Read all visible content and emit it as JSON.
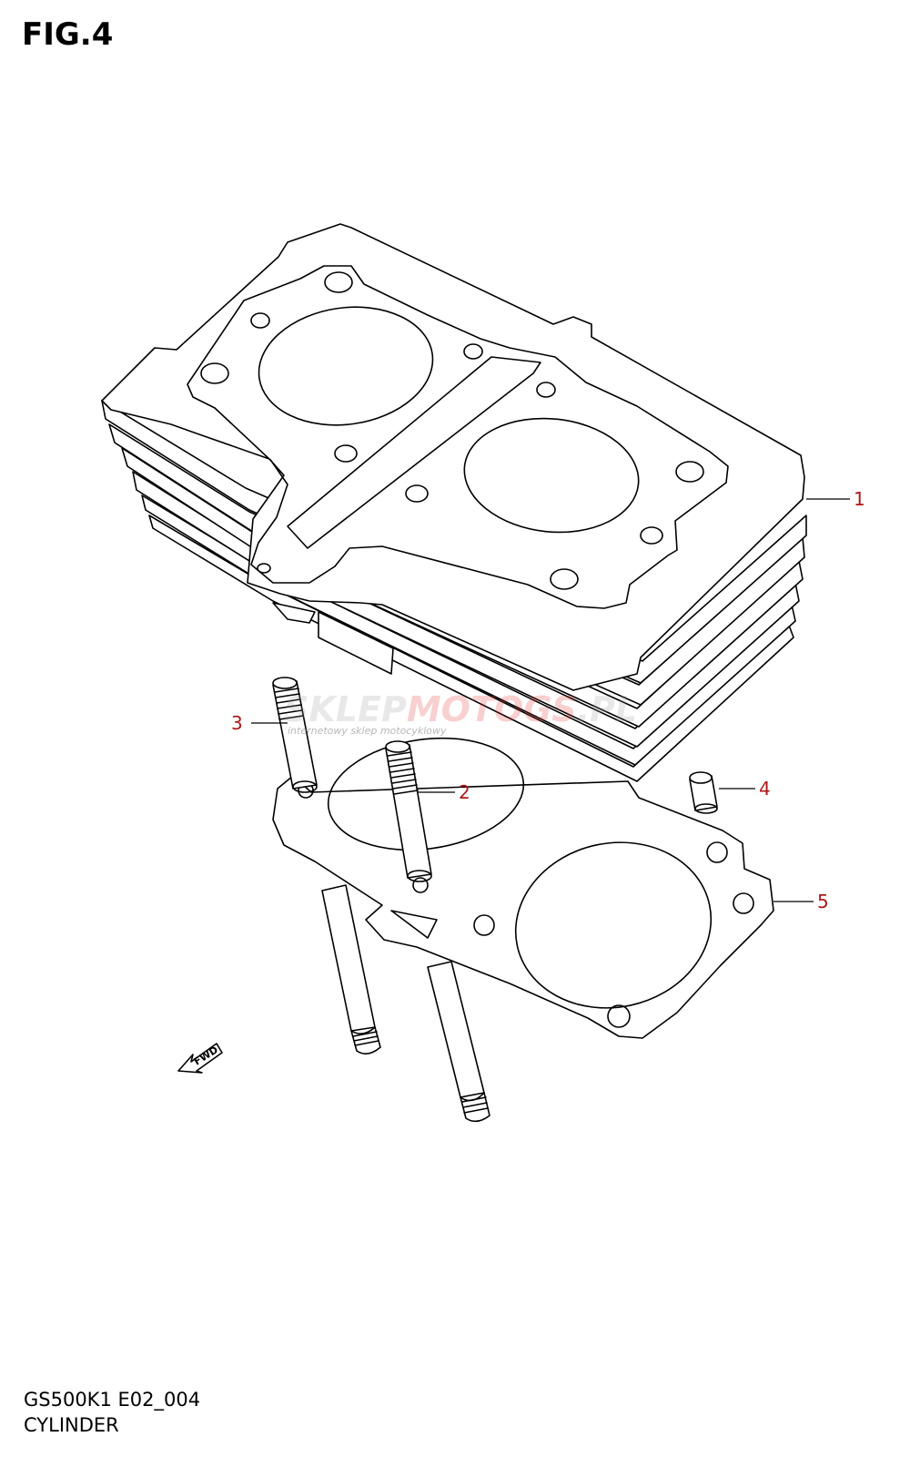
{
  "figure": {
    "title": "FIG.4"
  },
  "footer": {
    "model_code": "GS500K1 E02_004",
    "part_group": "CYLINDER"
  },
  "callouts": [
    {
      "number": "1",
      "part": "cylinder"
    },
    {
      "number": "2",
      "part": "stud-short"
    },
    {
      "number": "3",
      "part": "stud-long"
    },
    {
      "number": "4",
      "part": "dowel-pin"
    },
    {
      "number": "5",
      "part": "cylinder-base-gasket"
    }
  ],
  "direction_marker": {
    "label": "FWD"
  },
  "watermark": {
    "part1": "SKLEP",
    "part2": "MOTO",
    "part3": "GS",
    "part4": ".PL",
    "tagline": "internetowy sklep motocyklowy",
    "color_gray": "#9a9a9a",
    "color_red": "#e0302b"
  },
  "colors": {
    "callout_number": "#b01818",
    "line": "#000000"
  }
}
